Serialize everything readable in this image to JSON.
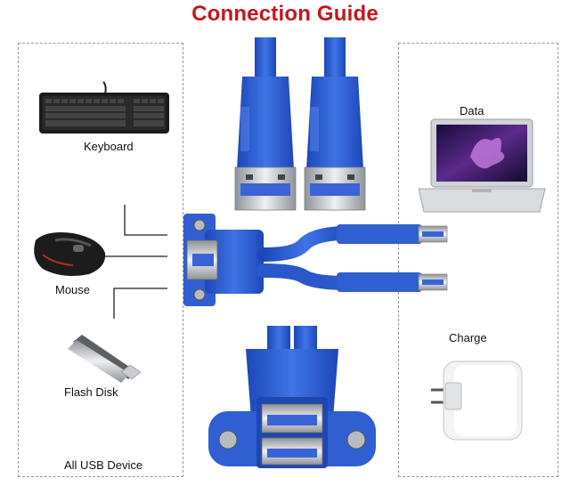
{
  "title": "Connection Guide",
  "labels": {
    "keyboard": "Keyboard",
    "mouse": "Mouse",
    "flash_disk": "Flash Disk",
    "all_usb_device": "All USB Device",
    "data": "Data",
    "charge": "Charge"
  },
  "colors": {
    "title": "#c8141c",
    "cable_blue": "#2f5fd0",
    "usb3_insert": "#3a63d8"
  },
  "icons": [
    "keyboard-icon",
    "mouse-icon",
    "flash-disk-icon",
    "laptop-icon",
    "charger-icon",
    "usb-cable-image"
  ]
}
